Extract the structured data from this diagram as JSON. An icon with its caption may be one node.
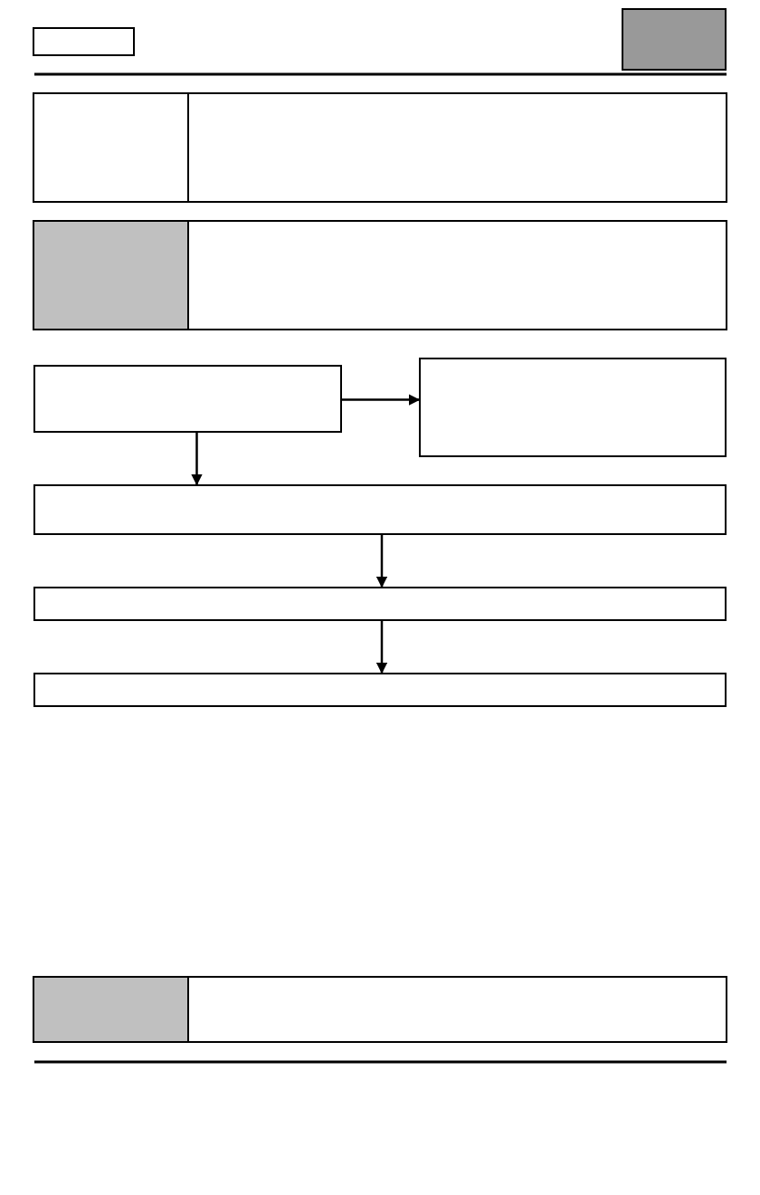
{
  "diagram": {
    "nodes": [
      {
        "text": [],
        "shape": "box"
      },
      {
        "text": [],
        "shape": "box"
      },
      {
        "text": [],
        "shape": "box"
      },
      {
        "text": [],
        "shape": "box"
      },
      {
        "text": [],
        "shape": "box"
      }
    ],
    "edges": [
      {
        "from": 0,
        "to": 1,
        "arrow": "to"
      },
      {
        "from": 0,
        "to": 2,
        "arrow": "to"
      },
      {
        "from": 2,
        "to": 3,
        "arrow": "to"
      },
      {
        "from": 3,
        "to": 4,
        "arrow": "to"
      }
    ]
  }
}
